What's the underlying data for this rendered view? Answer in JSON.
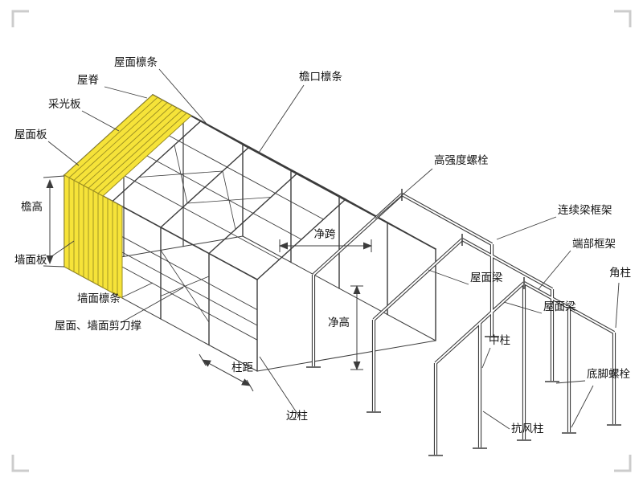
{
  "colors": {
    "line": "#3c3c3c",
    "panel_yellow": "#f6e339",
    "panel_edge": "#9a8d22",
    "label_text": "#141414",
    "corner_mark": "#cccccc",
    "background": "#ffffff"
  },
  "labels": {
    "roof_purlin": "屋面檩条",
    "ridge": "屋脊",
    "skylight_panel": "采光板",
    "roof_panel": "屋面板",
    "eave_height": "檐高",
    "wall_panel": "墙面板",
    "wall_girt": "墙面檩条",
    "roof_wall_bracing": "屋面、墙面剪刀撑",
    "eave_purlin": "檐口檩条",
    "high_strength_bolt": "高强度螺栓",
    "clear_span": "净跨",
    "continuous_beam_frame": "连续梁框架",
    "end_frame": "端部框架",
    "corner_column": "角柱",
    "roof_beam_1": "屋面梁",
    "roof_beam_2": "屋面梁",
    "clear_height": "净高",
    "middle_column": "中柱",
    "anchor_bolt": "底脚螺栓",
    "column_spacing": "柱距",
    "edge_column": "边柱",
    "wind_column": "抗风柱"
  }
}
